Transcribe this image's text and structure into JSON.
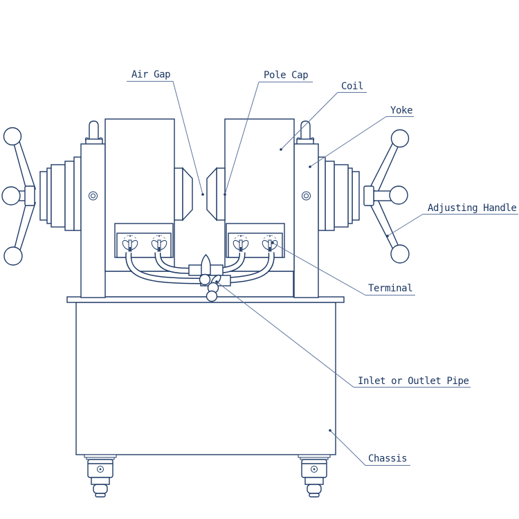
{
  "diagram": {
    "type": "technical-line-drawing",
    "subject": "Electromagnet assembly side view with part callouts",
    "colors": {
      "background": "#ffffff",
      "line": "#1e3a66",
      "leader": "#5d739c",
      "text": "#17335f"
    },
    "labels": [
      {
        "id": "air-gap",
        "text": "Air Gap"
      },
      {
        "id": "pole-cap",
        "text": "Pole Cap"
      },
      {
        "id": "coil",
        "text": "Coil"
      },
      {
        "id": "yoke",
        "text": "Yoke"
      },
      {
        "id": "adjusting-handle",
        "text": "Adjusting Handle"
      },
      {
        "id": "terminal",
        "text": "Terminal"
      },
      {
        "id": "inlet-outlet-pipe",
        "text": "Inlet or Outlet Pipe"
      },
      {
        "id": "chassis",
        "text": "Chassis"
      }
    ]
  }
}
